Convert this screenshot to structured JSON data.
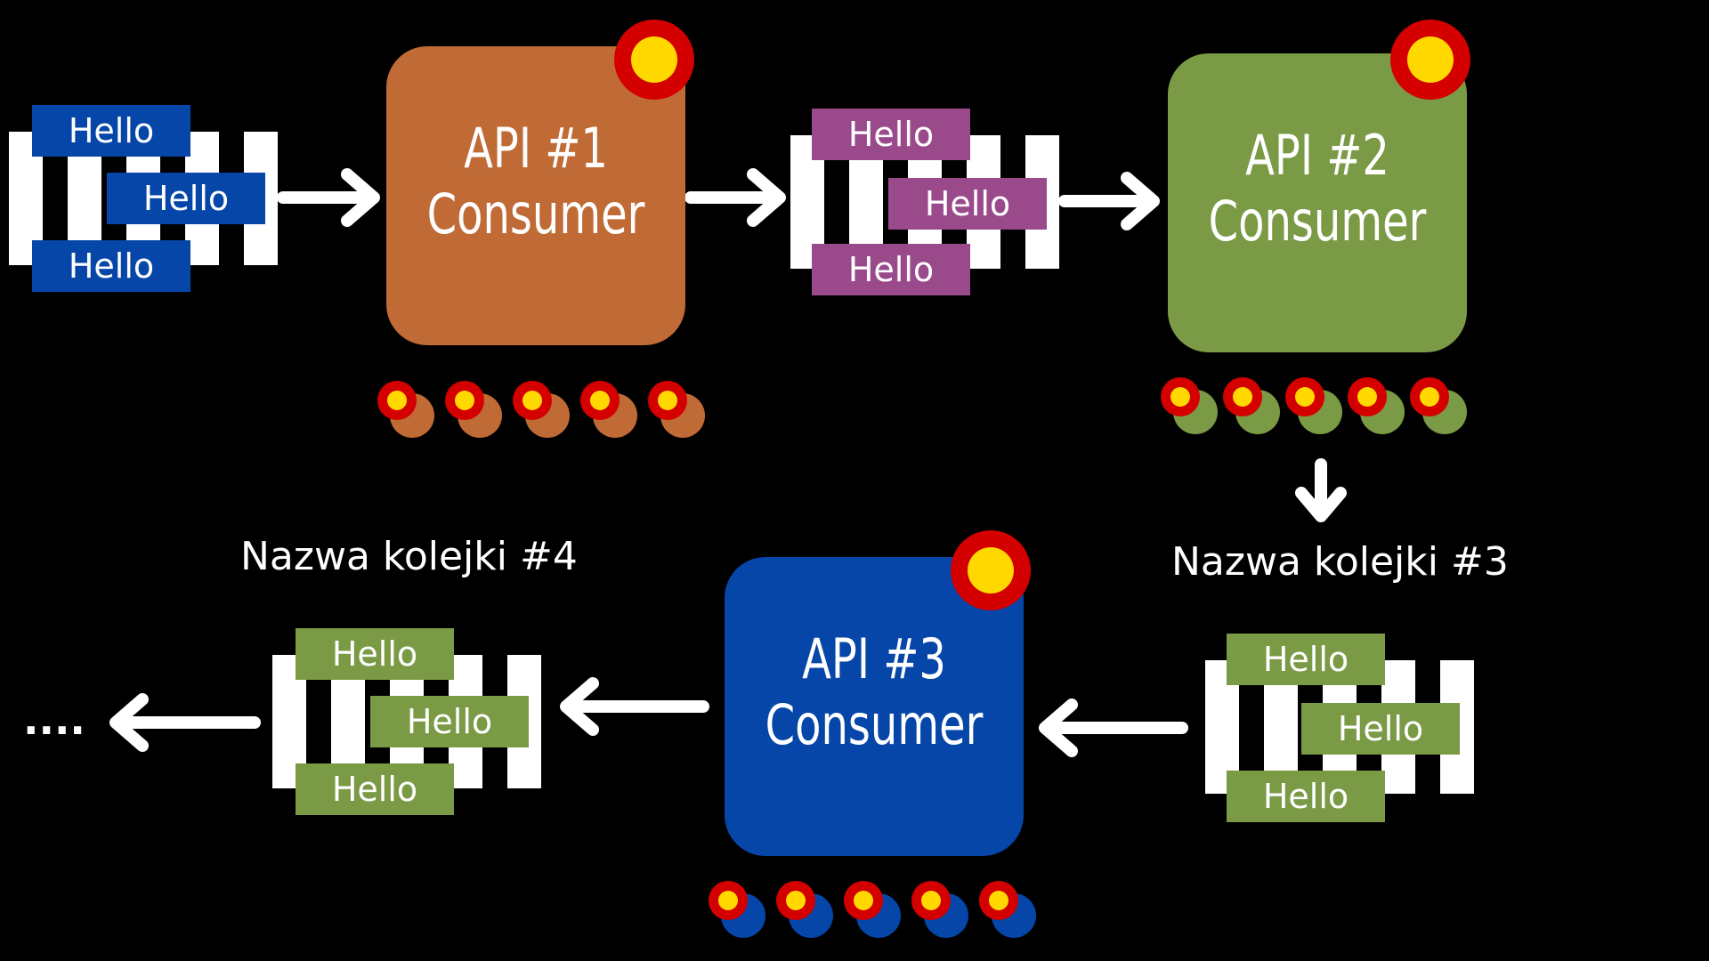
{
  "colors": {
    "background": "#000000",
    "api1": "#c06a35",
    "api2": "#7a9a45",
    "api3": "#0546a8",
    "queue1_msg": "#0546a8",
    "queue2_msg": "#9a4a8a",
    "queue3_msg": "#7a9a45",
    "queue4_msg": "#7a9a45",
    "badge_outer": "#d40000",
    "badge_inner": "#ffd800"
  },
  "queues": {
    "q1": {
      "messages": [
        "Hello",
        "Hello",
        "Hello"
      ]
    },
    "q2": {
      "messages": [
        "Hello",
        "Hello",
        "Hello"
      ]
    },
    "q3": {
      "label": "Nazwa kolejki #3",
      "messages": [
        "Hello",
        "Hello",
        "Hello"
      ]
    },
    "q4": {
      "label": "Nazwa kolejki #4",
      "messages": [
        "Hello",
        "Hello",
        "Hello"
      ]
    }
  },
  "apis": {
    "api1": {
      "line1": "API #1",
      "line2": "Consumer",
      "workers": 5
    },
    "api2": {
      "line1": "API #2",
      "line2": "Consumer",
      "workers": 5
    },
    "api3": {
      "line1": "API #3",
      "line2": "Consumer",
      "workers": 5
    }
  },
  "continuation": "...."
}
